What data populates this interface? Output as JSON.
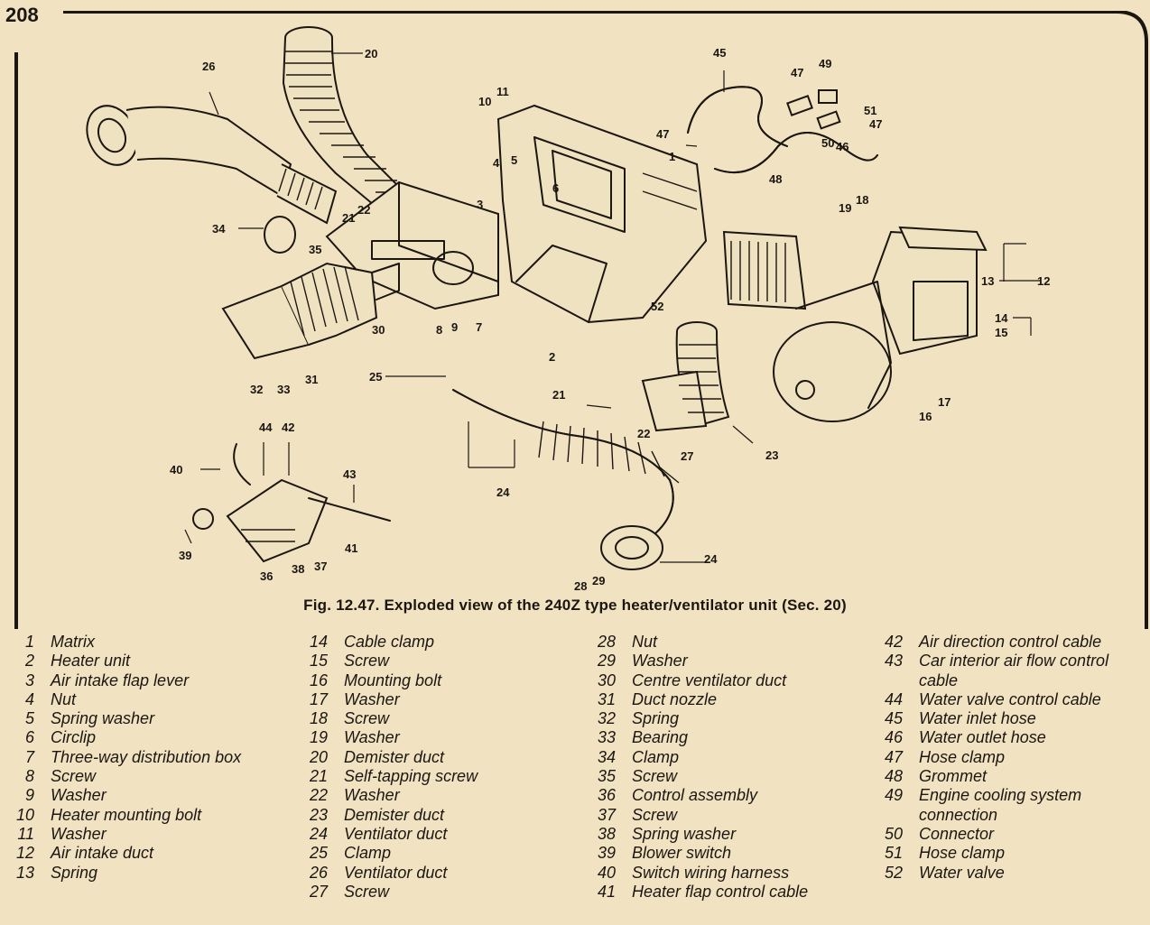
{
  "page": {
    "number": "208"
  },
  "figure": {
    "caption": "Fig. 12.47. Exploded view of the 240Z type heater/ventilator unit (Sec. 20)",
    "callouts": [
      "20",
      "26",
      "45",
      "47",
      "49",
      "10",
      "11",
      "47",
      "51",
      "47",
      "1",
      "4",
      "5",
      "50",
      "46",
      "6",
      "48",
      "3",
      "21",
      "22",
      "19",
      "18",
      "34",
      "35",
      "13",
      "12",
      "52",
      "14",
      "15",
      "30",
      "8",
      "9",
      "7",
      "2",
      "32",
      "33",
      "31",
      "25",
      "21",
      "22",
      "17",
      "16",
      "23",
      "44",
      "42",
      "40",
      "43",
      "27",
      "24",
      "39",
      "36",
      "38",
      "37",
      "41",
      "28",
      "29",
      "24"
    ]
  },
  "legend": {
    "columns": [
      [
        {
          "num": "1",
          "label": "Matrix"
        },
        {
          "num": "2",
          "label": "Heater unit"
        },
        {
          "num": "3",
          "label": "Air intake flap lever"
        },
        {
          "num": "4",
          "label": "Nut"
        },
        {
          "num": "5",
          "label": "Spring washer"
        },
        {
          "num": "6",
          "label": "Circlip"
        },
        {
          "num": "7",
          "label": "Three-way distribution box"
        },
        {
          "num": "8",
          "label": "Screw"
        },
        {
          "num": "9",
          "label": "Washer"
        },
        {
          "num": "10",
          "label": "Heater mounting bolt"
        },
        {
          "num": "11",
          "label": "Washer"
        },
        {
          "num": "12",
          "label": "Air intake duct"
        },
        {
          "num": "13",
          "label": "Spring"
        }
      ],
      [
        {
          "num": "14",
          "label": "Cable clamp"
        },
        {
          "num": "15",
          "label": "Screw"
        },
        {
          "num": "16",
          "label": "Mounting bolt"
        },
        {
          "num": "17",
          "label": "Washer"
        },
        {
          "num": "18",
          "label": "Screw"
        },
        {
          "num": "19",
          "label": "Washer"
        },
        {
          "num": "20",
          "label": "Demister duct"
        },
        {
          "num": "21",
          "label": "Self-tapping screw"
        },
        {
          "num": "22",
          "label": "Washer"
        },
        {
          "num": "23",
          "label": "Demister duct"
        },
        {
          "num": "24",
          "label": "Ventilator duct"
        },
        {
          "num": "25",
          "label": "Clamp"
        },
        {
          "num": "26",
          "label": "Ventilator duct"
        },
        {
          "num": "27",
          "label": "Screw"
        }
      ],
      [
        {
          "num": "28",
          "label": "Nut"
        },
        {
          "num": "29",
          "label": "Washer"
        },
        {
          "num": "30",
          "label": "Centre ventilator duct"
        },
        {
          "num": "31",
          "label": "Duct nozzle"
        },
        {
          "num": "32",
          "label": "Spring"
        },
        {
          "num": "33",
          "label": "Bearing"
        },
        {
          "num": "34",
          "label": "Clamp"
        },
        {
          "num": "35",
          "label": "Screw"
        },
        {
          "num": "36",
          "label": "Control assembly"
        },
        {
          "num": "37",
          "label": "Screw"
        },
        {
          "num": "38",
          "label": "Spring washer"
        },
        {
          "num": "39",
          "label": "Blower switch"
        },
        {
          "num": "40",
          "label": "Switch wiring harness"
        },
        {
          "num": "41",
          "label": "Heater flap control cable"
        }
      ],
      [
        {
          "num": "42",
          "label": "Air direction control cable"
        },
        {
          "num": "43",
          "label": "Car interior air flow control cable"
        },
        {
          "num": "44",
          "label": "Water valve control cable"
        },
        {
          "num": "45",
          "label": "Water inlet hose"
        },
        {
          "num": "46",
          "label": "Water outlet hose"
        },
        {
          "num": "47",
          "label": "Hose clamp"
        },
        {
          "num": "48",
          "label": "Grommet"
        },
        {
          "num": "49",
          "label": "Engine cooling system connection"
        },
        {
          "num": "50",
          "label": "Connector"
        },
        {
          "num": "51",
          "label": "Hose clamp"
        },
        {
          "num": "52",
          "label": "Water valve"
        }
      ]
    ]
  }
}
